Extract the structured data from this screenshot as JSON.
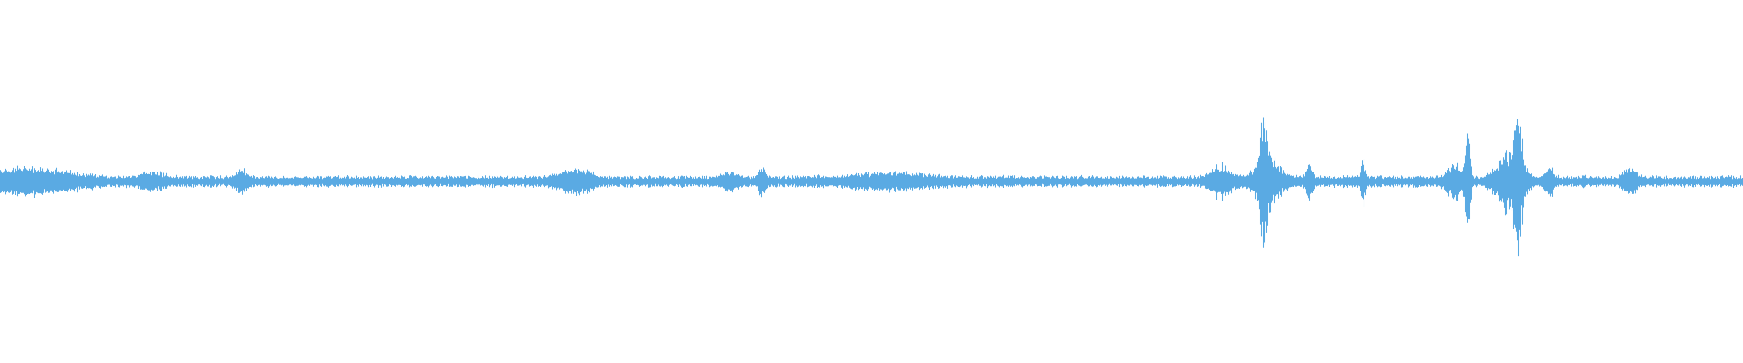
{
  "waveform": {
    "color": "#5aaae3",
    "baseline_noise": 0.05,
    "peak_amplitude": 1.0,
    "bursts": [
      {
        "center": 0.008,
        "amp": 0.12,
        "spread": 0.012
      },
      {
        "center": 0.03,
        "amp": 0.1,
        "spread": 0.015
      },
      {
        "center": 0.087,
        "amp": 0.09,
        "spread": 0.006
      },
      {
        "center": 0.138,
        "amp": 0.14,
        "spread": 0.0025
      },
      {
        "center": 0.325,
        "amp": 0.1,
        "spread": 0.006
      },
      {
        "center": 0.335,
        "amp": 0.11,
        "spread": 0.004
      },
      {
        "center": 0.418,
        "amp": 0.09,
        "spread": 0.004
      },
      {
        "center": 0.437,
        "amp": 0.17,
        "spread": 0.002
      },
      {
        "center": 0.51,
        "amp": 0.08,
        "spread": 0.02
      },
      {
        "center": 0.7,
        "amp": 0.18,
        "spread": 0.005
      },
      {
        "center": 0.725,
        "amp": 0.98,
        "spread": 0.0015
      },
      {
        "center": 0.727,
        "amp": 0.35,
        "spread": 0.006
      },
      {
        "center": 0.751,
        "amp": 0.25,
        "spread": 0.0015
      },
      {
        "center": 0.782,
        "amp": 0.28,
        "spread": 0.0012
      },
      {
        "center": 0.835,
        "amp": 0.22,
        "spread": 0.004
      },
      {
        "center": 0.842,
        "amp": 0.7,
        "spread": 0.0012
      },
      {
        "center": 0.866,
        "amp": 0.4,
        "spread": 0.006
      },
      {
        "center": 0.871,
        "amp": 0.75,
        "spread": 0.002
      },
      {
        "center": 0.889,
        "amp": 0.2,
        "spread": 0.002
      },
      {
        "center": 0.935,
        "amp": 0.16,
        "spread": 0.003
      }
    ]
  }
}
